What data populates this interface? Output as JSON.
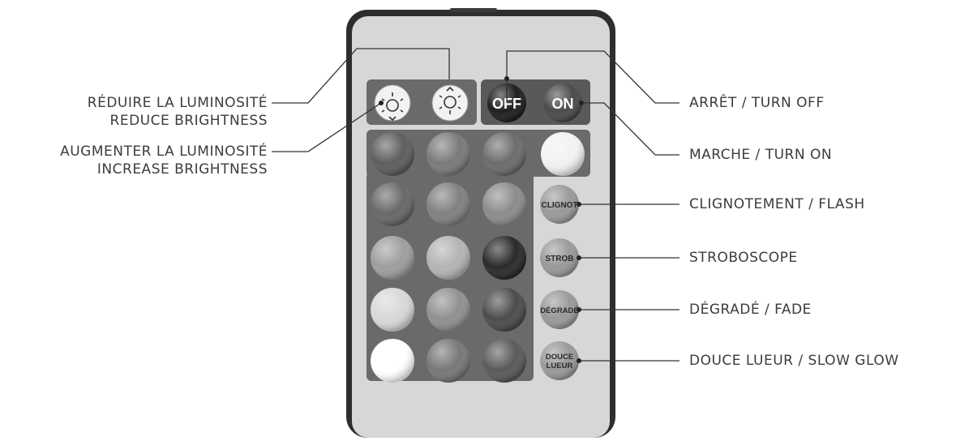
{
  "remote": {
    "buttons": {
      "off": "OFF",
      "on": "ON",
      "flash": "CLIGNOT",
      "strobe": "STROB",
      "fade": "DÉGRADÉ",
      "smooth_line1": "DOUCE",
      "smooth_line2": "LUEUR"
    },
    "colors": {
      "body": "#d7d7d7",
      "frame": "#2e2e2e",
      "panel": "#6a6a6a",
      "pwr_panel": "#595959",
      "off_btn": "#1f1f1f",
      "on_btn": "#4a4a4a",
      "func_btn": "#9a9a9a"
    },
    "color_grid": [
      [
        "#5e5e5e",
        "#7a7a7a",
        "#6c6c6c",
        "#f2f2f2"
      ],
      [
        "#686868",
        "#808080",
        "#8c8c8c"
      ],
      [
        "#9e9e9e",
        "#b4b4b4",
        "#2a2a2a"
      ],
      [
        "#d8d8d8",
        "#909090",
        "#4c4c4c"
      ],
      [
        "#ffffff",
        "#777777",
        "#5a5a5a"
      ]
    ]
  },
  "labels": {
    "reduce_fr": "RÉDUIRE LA LUMINOSITÉ",
    "reduce_en": "REDUCE BRIGHTNESS",
    "increase_fr": "AUGMENTER LA LUMINOSITÉ",
    "increase_en": "INCREASE BRIGHTNESS",
    "off": "ARRÊT / TURN OFF",
    "on": "MARCHE / TURN ON",
    "flash": "CLIGNOTEMENT / FLASH",
    "strobe": "STROBOSCOPE",
    "fade": "DÉGRADÉ / FADE",
    "smooth": "DOUCE LUEUR / SLOW GLOW"
  },
  "icons": {
    "reduce": "sun-down-icon",
    "increase": "sun-up-icon"
  }
}
